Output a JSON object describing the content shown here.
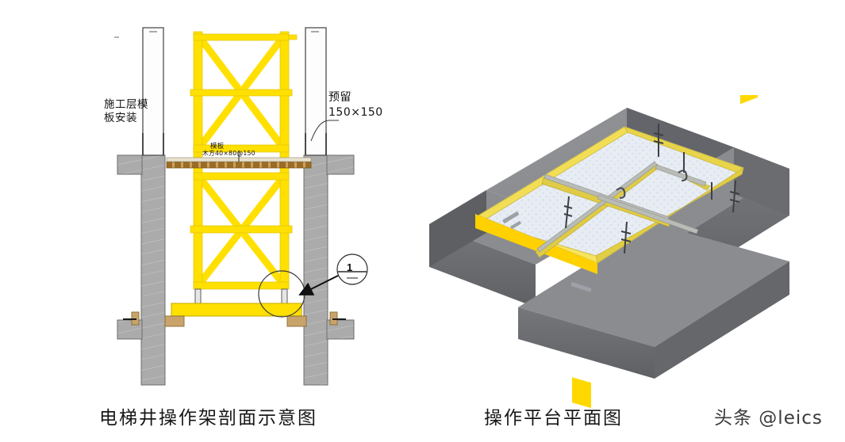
{
  "document": {
    "type": "construction-detail-drawing",
    "subject": "Elevator shaft working platform / formwork"
  },
  "figures": [
    {
      "id": "section",
      "caption": "电梯井操作架剖面示意图",
      "annotations": [
        {
          "name": "formwork-install",
          "text_lines": [
            "施工层模",
            "板安装"
          ]
        },
        {
          "name": "reserve-opening",
          "text_lines": [
            "预留",
            "150×150"
          ]
        },
        {
          "name": "panel",
          "title": "模板",
          "spec": "木方40×80@150"
        },
        {
          "name": "detail-callout",
          "number": "1"
        }
      ]
    },
    {
      "id": "platform-3d",
      "caption": "操作平台平面图",
      "annotations": []
    }
  ],
  "captions": {
    "left": "电梯井操作架剖面示意图",
    "right": "操作平台平面图"
  },
  "labels": {
    "formwork_install_line1": "施工层模",
    "formwork_install_line2": "板安装",
    "reserve_line1": "预留",
    "reserve_line2": "150×150",
    "panel_title": "模板",
    "panel_spec": "木方40×80@150",
    "callout_number": "1"
  },
  "watermark": {
    "text": "头条 @leics"
  },
  "colors": {
    "scaffold_yellow": "#FFE000",
    "scaffold_yellow_dark": "#E8C400",
    "concrete_gray": "#ABABAB",
    "concrete_gray_dark": "#8F9093",
    "wall_3d_top": "#8A8C90",
    "wall_3d_front": "#6D6F73",
    "wall_3d_side": "#5A5C60",
    "deck_blue": "#E3E9F2",
    "timber_brown": "#A8762E",
    "bracket_tan": "#C9A46A",
    "line_black": "#1A1A1A",
    "background": "#FFFFFF"
  }
}
